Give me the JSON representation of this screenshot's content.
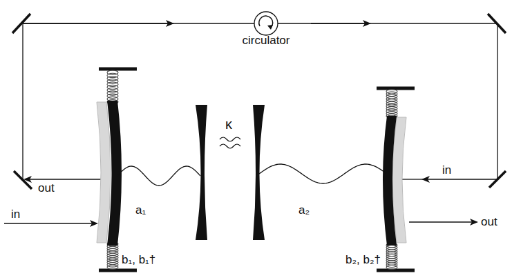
{
  "diagram": {
    "nodes": [
      {
        "text": [
          "circulator"
        ]
      }
    ],
    "labels": [
      "out",
      "in",
      "a₁",
      "κ",
      "a₂",
      "b₁, b₁†",
      "in",
      "b₂, b₂†",
      "out"
    ]
  }
}
